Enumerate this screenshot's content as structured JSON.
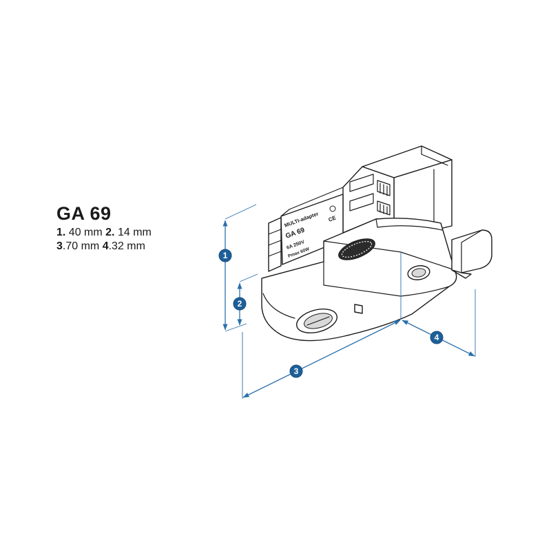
{
  "legend": {
    "title": "GA 69",
    "lines": [
      [
        {
          "key": "1.",
          "value": "40 mm"
        },
        {
          "key": "2.",
          "value": "14 mm"
        }
      ],
      [
        {
          "key": "3",
          "value": ".70 mm"
        },
        {
          "key": "4",
          "value": ".32 mm"
        }
      ]
    ]
  },
  "callouts": [
    {
      "number": "1"
    },
    {
      "number": "2"
    },
    {
      "number": "3"
    },
    {
      "number": "4"
    }
  ],
  "product_label": {
    "brand_line": "MULTI-adapter",
    "model": "GA 69",
    "rating": "6A 250V",
    "power": "Pmax 60W",
    "mark": "CE"
  },
  "colors": {
    "dimension_line": "#2a6fab",
    "callout_fill": "#1d5f98",
    "callout_text": "#ffffff",
    "outline": "#1a1a1a"
  }
}
